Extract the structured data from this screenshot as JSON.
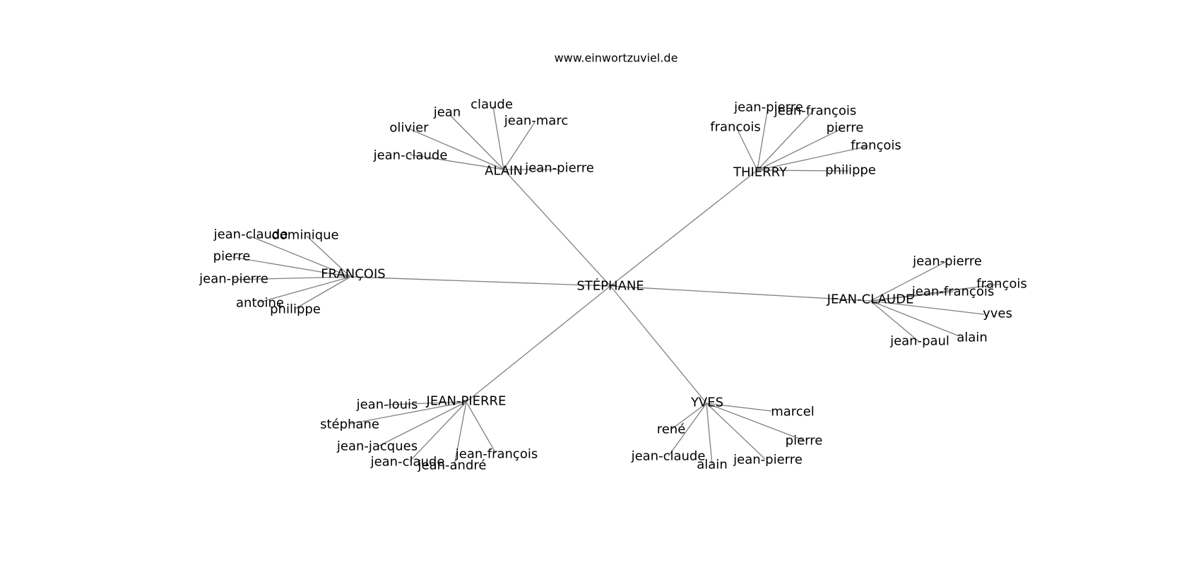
{
  "site": "www.einwortzuviel.de",
  "colors": {
    "edge": "#808080",
    "text": "#000000",
    "background": "#ffffff"
  },
  "graph": {
    "center": "STÉPHANE",
    "hubs": [
      {
        "id": "alain",
        "label": "ALAIN",
        "children": [
          "olivier",
          "jean",
          "claude",
          "jean-marc",
          "jean-claude",
          "jean-pierre"
        ]
      },
      {
        "id": "thierry",
        "label": "THIERRY",
        "children": [
          "jean-pierre",
          "jean-françois",
          "francois",
          "pierre",
          "françois",
          "philippe"
        ]
      },
      {
        "id": "francois",
        "label": "FRANÇOIS",
        "children": [
          "jean-claude",
          "dominique",
          "pierre",
          "jean-pierre",
          "antoine",
          "philippe"
        ]
      },
      {
        "id": "jean-claude",
        "label": "JEAN-CLAUDE",
        "children": [
          "jean-pierre",
          "françois",
          "jean-françois",
          "yves",
          "jean-paul",
          "alain"
        ]
      },
      {
        "id": "jean-pierre",
        "label": "JEAN-PIERRE",
        "children": [
          "jean-louis",
          "stéphane",
          "jean-jacques",
          "jean-claude",
          "jean-andré",
          "jean-françois"
        ]
      },
      {
        "id": "yves",
        "label": "YVES",
        "children": [
          "marcel",
          "rené",
          "pierre",
          "jean-claude",
          "alain",
          "jean-pierre"
        ]
      }
    ]
  }
}
